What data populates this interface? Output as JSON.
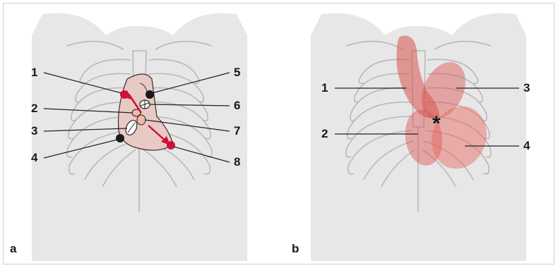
{
  "panels": [
    {
      "letter": "a",
      "labels": [
        "1",
        "2",
        "3",
        "4",
        "5",
        "6",
        "7",
        "8"
      ]
    },
    {
      "letter": "b",
      "labels": [
        "1",
        "2",
        "3",
        "4"
      ],
      "marker": "*"
    }
  ],
  "colors": {
    "torso": "#e7e7e7",
    "ribs": "#b8b8b8",
    "heart": "#e8c9c3",
    "accent_red": "#d0103a",
    "projection_red": "#d9534f"
  }
}
